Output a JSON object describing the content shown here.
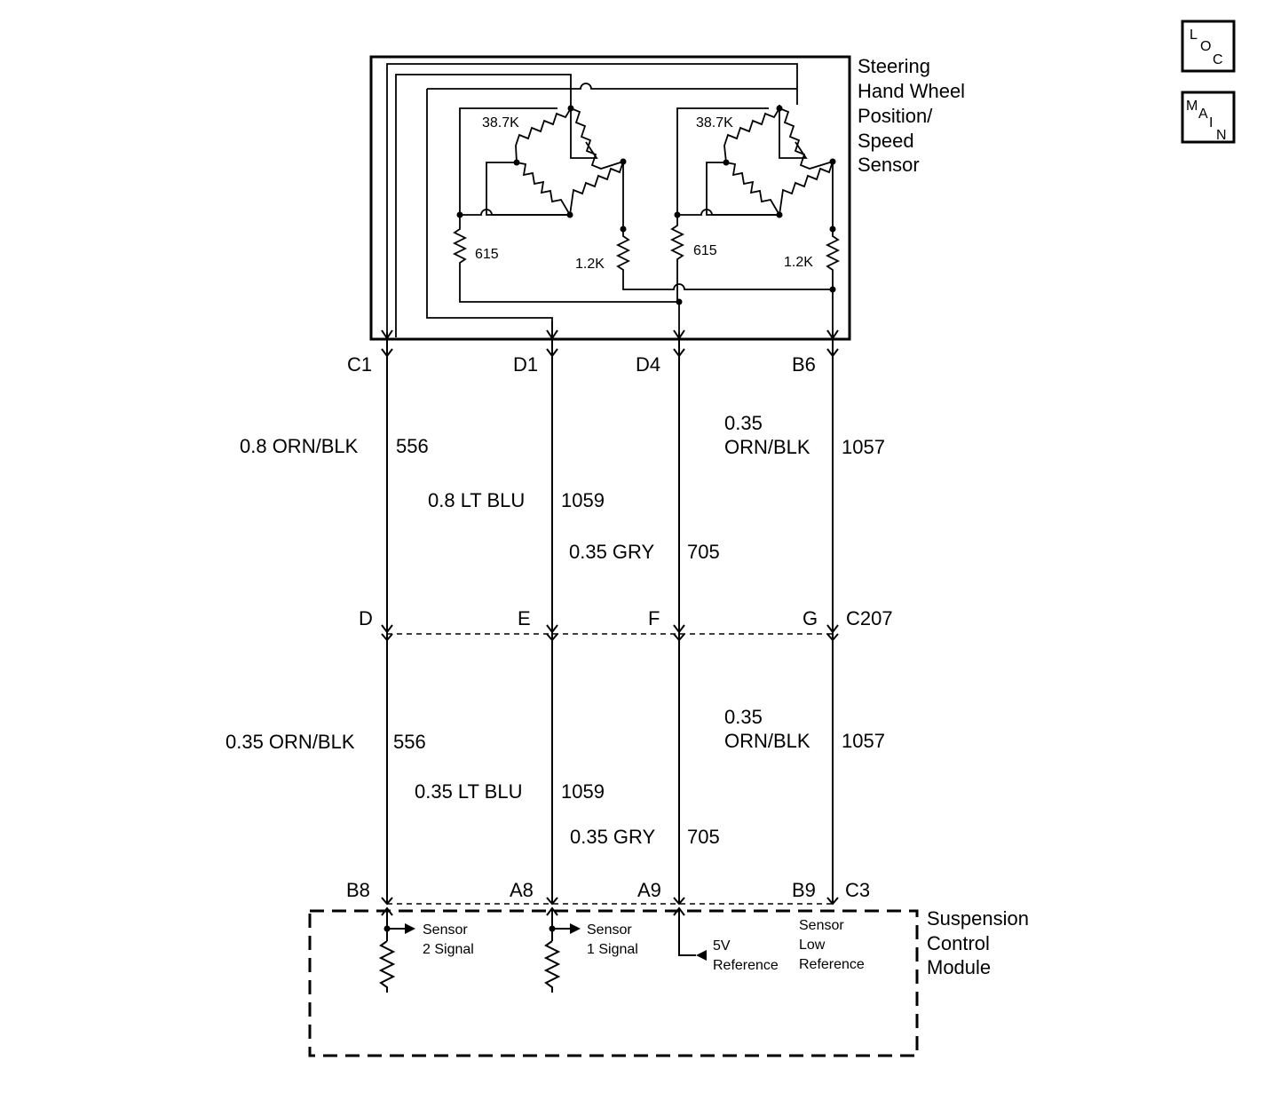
{
  "nav": {
    "loc": {
      "l1": "L",
      "l2": "O",
      "l3": "C"
    },
    "main": {
      "l1": "M",
      "l2": "A",
      "l3": "I",
      "l4": "N"
    }
  },
  "sensor": {
    "title": [
      "Steering",
      "Hand Wheel",
      "Position/",
      "Speed",
      "Sensor"
    ],
    "left_pot": "38.7K",
    "right_pot": "38.7K",
    "left_res": "615",
    "left_res2": "1.2K",
    "right_res": "615",
    "right_res2": "1.2K"
  },
  "pins_top": {
    "c1": "C1",
    "d1": "D1",
    "d4": "D4",
    "b6": "B6"
  },
  "wires_upper": {
    "w1": {
      "spec": "0.8 ORN/BLK",
      "circuit": "556"
    },
    "w2": {
      "spec": "0.8 LT BLU",
      "circuit": "1059"
    },
    "w3": {
      "spec": "0.35 GRY",
      "circuit": "705"
    },
    "w4": {
      "spec_line1": "0.35",
      "spec_line2": "ORN/BLK",
      "circuit": "1057"
    }
  },
  "connector": {
    "d": "D",
    "e": "E",
    "f": "F",
    "g": "G",
    "name": "C207"
  },
  "wires_lower": {
    "w1": {
      "spec": "0.35 ORN/BLK",
      "circuit": "556"
    },
    "w2": {
      "spec": "0.35 LT BLU",
      "circuit": "1059"
    },
    "w3": {
      "spec": "0.35 GRY",
      "circuit": "705"
    },
    "w4": {
      "spec_line1": "0.35",
      "spec_line2": "ORN/BLK",
      "circuit": "1057"
    }
  },
  "pins_bottom": {
    "b8": "B8",
    "a8": "A8",
    "a9": "A9",
    "b9": "B9",
    "c3": "C3"
  },
  "module": {
    "title": [
      "Suspension",
      "Control",
      "Module"
    ],
    "s2": [
      "Sensor",
      "2 Signal"
    ],
    "s1": [
      "Sensor",
      "1 Signal"
    ],
    "ref": [
      "5V",
      "Reference"
    ],
    "low": [
      "Sensor",
      "Low",
      "Reference"
    ]
  }
}
